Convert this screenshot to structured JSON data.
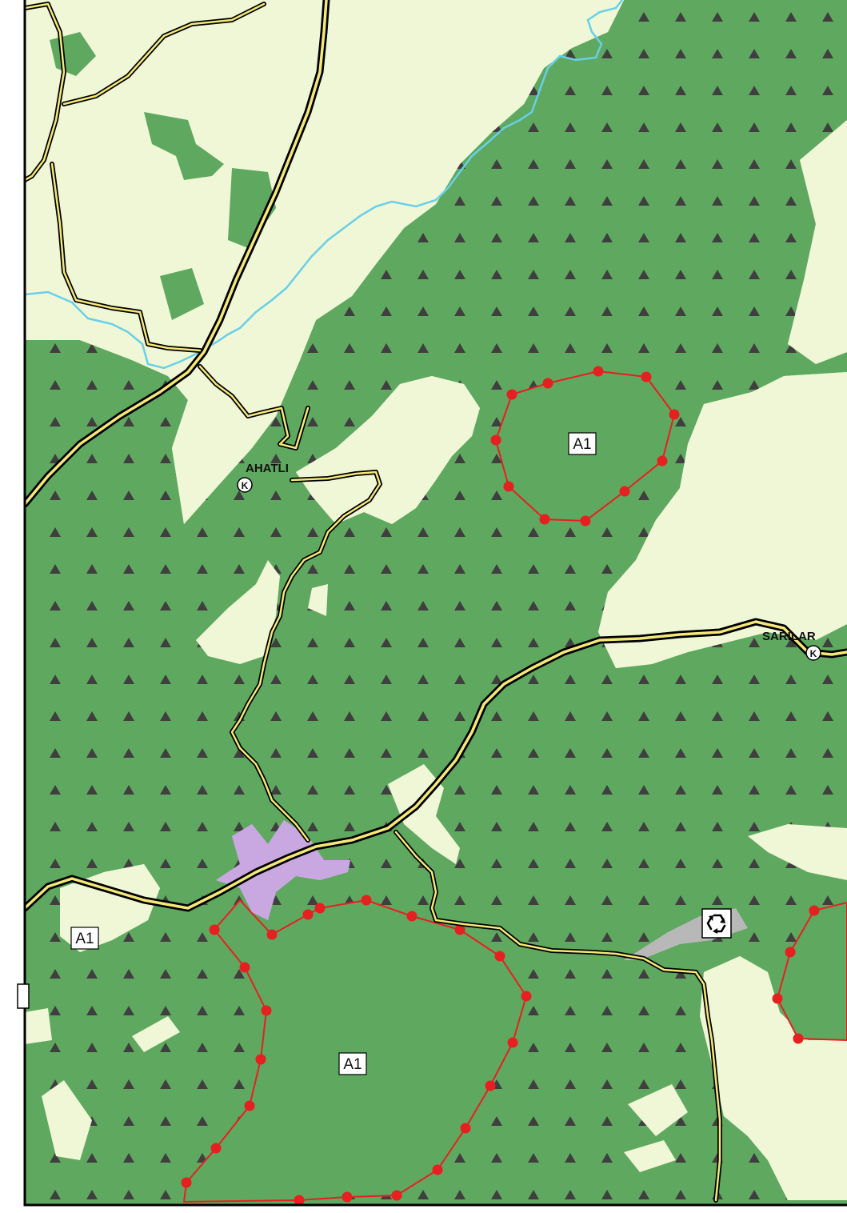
{
  "places": [
    {
      "id": "ahatli",
      "name": "AHATLI",
      "marker": "K"
    },
    {
      "id": "sarilar",
      "name": "SARILAR",
      "marker": "K"
    }
  ],
  "zones": [
    {
      "id": "zone-north",
      "label": "A1"
    },
    {
      "id": "zone-west",
      "label": "A1"
    },
    {
      "id": "zone-south",
      "label": "A1"
    }
  ],
  "symbols": {
    "recycle": {
      "icon": "recycle-icon"
    }
  },
  "colors": {
    "forest": "#5fa85f",
    "forest_symbol": "#3f3f3f",
    "agricultural": "#eff7d6",
    "agri_symbol": "#777777",
    "road_casing": "#000000",
    "road_fill": "#f5e878",
    "stream": "#69cfe8",
    "protected_boundary": "#e62020",
    "settlement": "#c9a8e2",
    "facility": "#b8b8b8"
  }
}
